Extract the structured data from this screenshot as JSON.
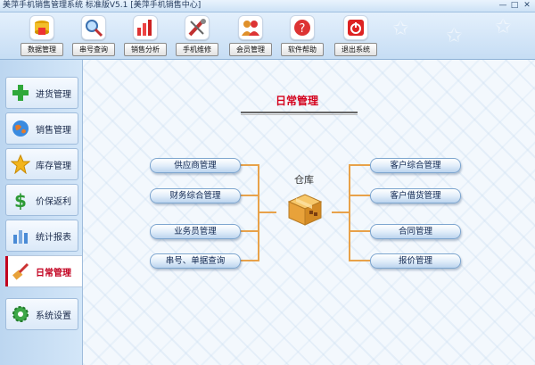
{
  "window": {
    "title": "美萍手机销售管理系统 标准版V5.1 [美萍手机销售中心]",
    "minimize": "—",
    "maximize": "□",
    "close": "✕"
  },
  "toolbar": {
    "buttons": [
      {
        "label": "数据管理",
        "icon": "database-icon"
      },
      {
        "label": "串号查询",
        "icon": "magnifier-icon"
      },
      {
        "label": "销售分析",
        "icon": "bar-chart-icon"
      },
      {
        "label": "手机维修",
        "icon": "repair-tools-icon"
      },
      {
        "label": "会员管理",
        "icon": "members-icon"
      },
      {
        "label": "软件帮助",
        "icon": "help-icon"
      },
      {
        "label": "退出系统",
        "icon": "power-icon"
      }
    ]
  },
  "sidebar": {
    "items": [
      {
        "label": "进货管理",
        "icon": "plus-icon"
      },
      {
        "label": "销售管理",
        "icon": "globe-icon"
      },
      {
        "label": "库存管理",
        "icon": "star-icon"
      },
      {
        "label": "价保返利",
        "icon": "dollar-icon"
      },
      {
        "label": "统计报表",
        "icon": "report-bars-icon"
      },
      {
        "label": "日常管理",
        "icon": "brush-icon",
        "active": true
      },
      {
        "label": "系统设置",
        "icon": "settings-gear-icon"
      }
    ]
  },
  "main": {
    "title": "日常管理",
    "center_label": "仓库",
    "left_items": [
      "供应商管理",
      "财务综合管理",
      "业务员管理",
      "串号、单据查询"
    ],
    "right_items": [
      "客户综合管理",
      "客户借货管理",
      "合同管理",
      "报价管理"
    ]
  },
  "colors": {
    "accent_red": "#d4001c",
    "line_orange": "#e8a24a",
    "pill_border": "#7ea6cf"
  }
}
